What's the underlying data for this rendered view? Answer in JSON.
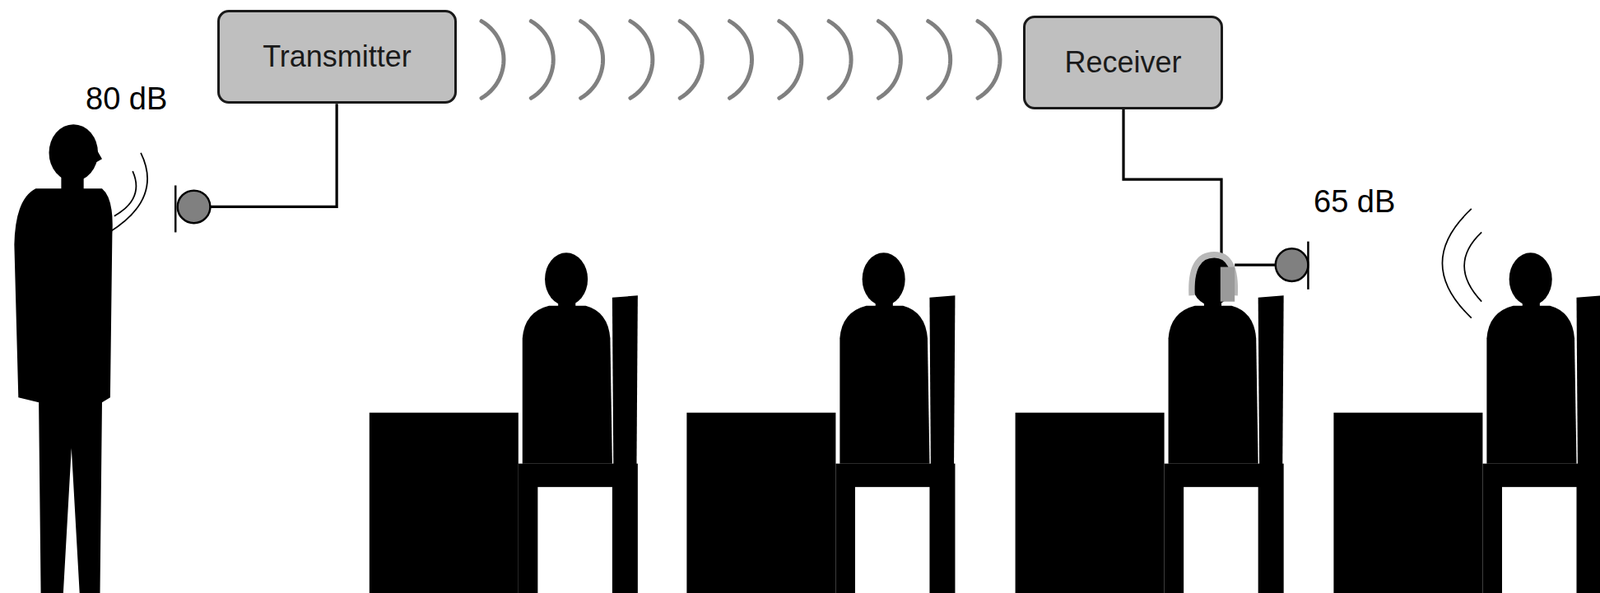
{
  "diagram": {
    "nodes": [
      {
        "text": [
          "Transmitter"
        ]
      },
      {
        "text": [
          "Receiver"
        ]
      }
    ],
    "edges": [
      {
        "from": 0,
        "to": 1,
        "arrow": "none"
      }
    ],
    "labels": [
      "80 dB",
      "65 dB"
    ]
  }
}
